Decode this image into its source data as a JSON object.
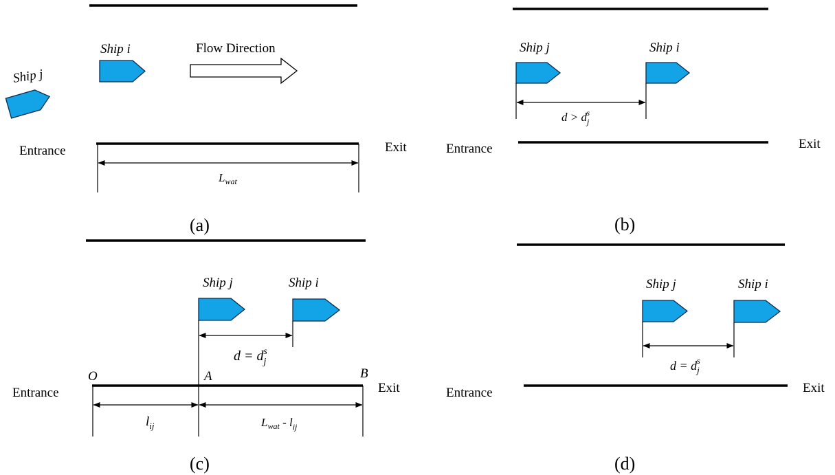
{
  "colors": {
    "ship_fill": "#12a4e6",
    "ship_stroke": "#0b2a4d",
    "line": "#000000"
  },
  "labels": {
    "ship_i": "Ship i",
    "ship_j": "Ship j",
    "flow_direction": "Flow Direction",
    "entrance": "Entrance",
    "exit": "Exit",
    "l_wat": "L",
    "l_wat_sub": "wat",
    "d_gt": "d > d",
    "d_eq": "d = d",
    "d_sub": "j",
    "d_sup": "s",
    "point_o": "O",
    "point_a": "A",
    "point_b": "B",
    "l_ij": "l",
    "l_ij_sub": "ij",
    "l_remaining_l": "L",
    "l_remaining_wat": "wat",
    "l_remaining_minus": " - l",
    "l_remaining_ij": "ij"
  },
  "panels": {
    "a": {
      "caption": "(a)"
    },
    "b": {
      "caption": "(b)"
    },
    "c": {
      "caption": "(c)"
    },
    "d": {
      "caption": "(d)"
    }
  }
}
